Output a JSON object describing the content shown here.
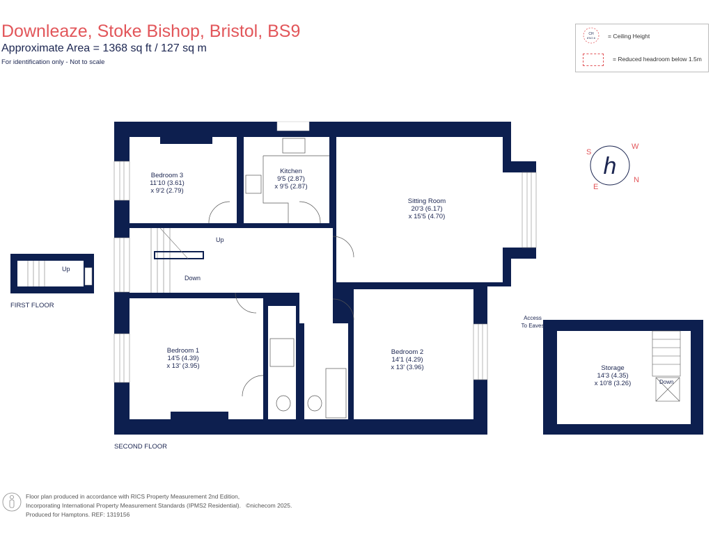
{
  "header": {
    "title": "Downleaze, Stoke Bishop, Bristol, BS9",
    "area": "Approximate Area = 1368  sq ft / 127  sq m",
    "disclaimer": "For identification only - Not to scale"
  },
  "legend": {
    "ceiling_symbol": "CH",
    "ceiling_symbol_sub": "8'5/2.6",
    "ceiling_label": "= Ceiling Height",
    "headroom_label": "= Reduced headroom below 1.5m"
  },
  "colors": {
    "wall": "#0d1f4f",
    "title": "#e2565a",
    "compass": "#e2565a"
  },
  "compass": {
    "letters": [
      "S",
      "W",
      "N",
      "E"
    ],
    "logo": "h"
  },
  "floors": {
    "first": {
      "label": "FIRST FLOOR",
      "stair_label": "Up"
    },
    "second": {
      "label": "SECOND FLOOR",
      "stair_up": "Up",
      "stair_down": "Down"
    }
  },
  "rooms": [
    {
      "name": "Bedroom 3",
      "dim1": "11'10 (3.61)",
      "dim2": "x 9'2 (2.79)"
    },
    {
      "name": "Kitchen",
      "dim1": "9'5 (2.87)",
      "dim2": "x 9'5 (2.87)"
    },
    {
      "name": "Sitting Room",
      "dim1": "20'3 (6.17)",
      "dim2": "x 15'5 (4.70)"
    },
    {
      "name": "Bedroom 1",
      "dim1": "14'5 (4.39)",
      "dim2": "x 13' (3.95)"
    },
    {
      "name": "Bedroom 2",
      "dim1": "14'1 (4.29)",
      "dim2": "x 13' (3.96)"
    },
    {
      "name": "Storage",
      "dim1": "14'3 (4.35)",
      "dim2": "x 10'8 (3.26)"
    }
  ],
  "storage": {
    "access_line1": "Access",
    "access_line2": "To Eaves",
    "stair_down": "Down"
  },
  "footer": {
    "line1": "Floor plan produced in accordance with RICS Property Measurement 2nd Edition,",
    "line2": "Incorporating International Property Measurement Standards (IPMS2 Residential).",
    "copyright": "©nichecom 2025.",
    "line3": "Produced for Hamptons.  REF:  1319156"
  }
}
